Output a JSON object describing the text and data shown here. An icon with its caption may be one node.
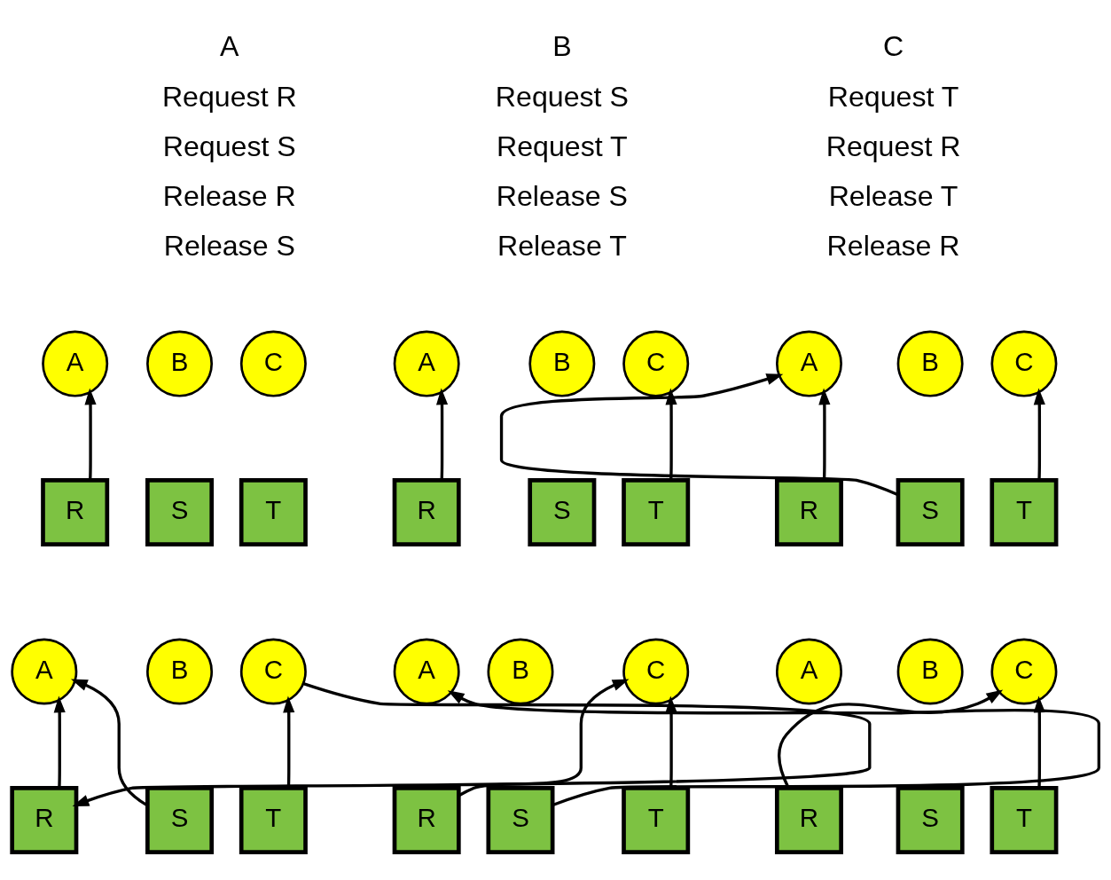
{
  "diagram": {
    "nodes": [
      {
        "text": [
          "A"
        ]
      },
      {
        "text": [
          "B"
        ]
      },
      {
        "text": [
          "C"
        ]
      },
      {
        "text": [
          "R"
        ]
      },
      {
        "text": [
          "S"
        ]
      },
      {
        "text": [
          "T"
        ]
      },
      {
        "text": [
          "A"
        ]
      },
      {
        "text": [
          "B"
        ]
      },
      {
        "text": [
          "C"
        ]
      },
      {
        "text": [
          "R"
        ]
      },
      {
        "text": [
          "S"
        ]
      },
      {
        "text": [
          "T"
        ]
      },
      {
        "text": [
          "A"
        ]
      },
      {
        "text": [
          "B"
        ]
      },
      {
        "text": [
          "C"
        ]
      },
      {
        "text": [
          "R"
        ]
      },
      {
        "text": [
          "S"
        ]
      },
      {
        "text": [
          "T"
        ]
      },
      {
        "text": [
          "A"
        ]
      },
      {
        "text": [
          "B"
        ]
      },
      {
        "text": [
          "C"
        ]
      },
      {
        "text": [
          "R"
        ]
      },
      {
        "text": [
          "S"
        ]
      },
      {
        "text": [
          "T"
        ]
      },
      {
        "text": [
          "A"
        ]
      },
      {
        "text": [
          "B"
        ]
      },
      {
        "text": [
          "C"
        ]
      },
      {
        "text": [
          "R"
        ]
      },
      {
        "text": [
          "S"
        ]
      },
      {
        "text": [
          "T"
        ]
      },
      {
        "text": [
          "A"
        ]
      },
      {
        "text": [
          "B"
        ]
      },
      {
        "text": [
          "C"
        ]
      },
      {
        "text": [
          "R"
        ]
      },
      {
        "text": [
          "S"
        ]
      },
      {
        "text": [
          "T"
        ]
      }
    ],
    "edges": [
      {
        "from": 3,
        "to": 0,
        "arrow": "to"
      },
      {
        "from": 9,
        "to": 6,
        "arrow": "to"
      },
      {
        "from": 11,
        "to": 8,
        "arrow": "to"
      },
      {
        "from": 15,
        "to": 12,
        "arrow": "to"
      },
      {
        "from": 16,
        "to": 12,
        "arrow": "to"
      },
      {
        "from": 17,
        "to": 14,
        "arrow": "to"
      },
      {
        "from": 21,
        "to": 18,
        "arrow": "to"
      },
      {
        "from": 22,
        "to": 18,
        "arrow": "to"
      },
      {
        "from": 23,
        "to": 20,
        "arrow": "to"
      },
      {
        "from": 20,
        "to": 21,
        "arrow": "to"
      },
      {
        "from": 28,
        "to": 24,
        "arrow": "to"
      },
      {
        "from": 29,
        "to": 26,
        "arrow": "to"
      },
      {
        "from": 27,
        "to": 26,
        "arrow": "to"
      },
      {
        "from": 35,
        "to": 32,
        "arrow": "to"
      },
      {
        "from": 33,
        "to": 32,
        "arrow": "to"
      }
    ],
    "labels": [
      "A",
      "B",
      "C",
      "Request R",
      "Request S",
      "Request T",
      "Request S",
      "Request T",
      "Request R",
      "Release R",
      "Release S",
      "Release T",
      "Release S",
      "Release T",
      "Release R"
    ]
  }
}
